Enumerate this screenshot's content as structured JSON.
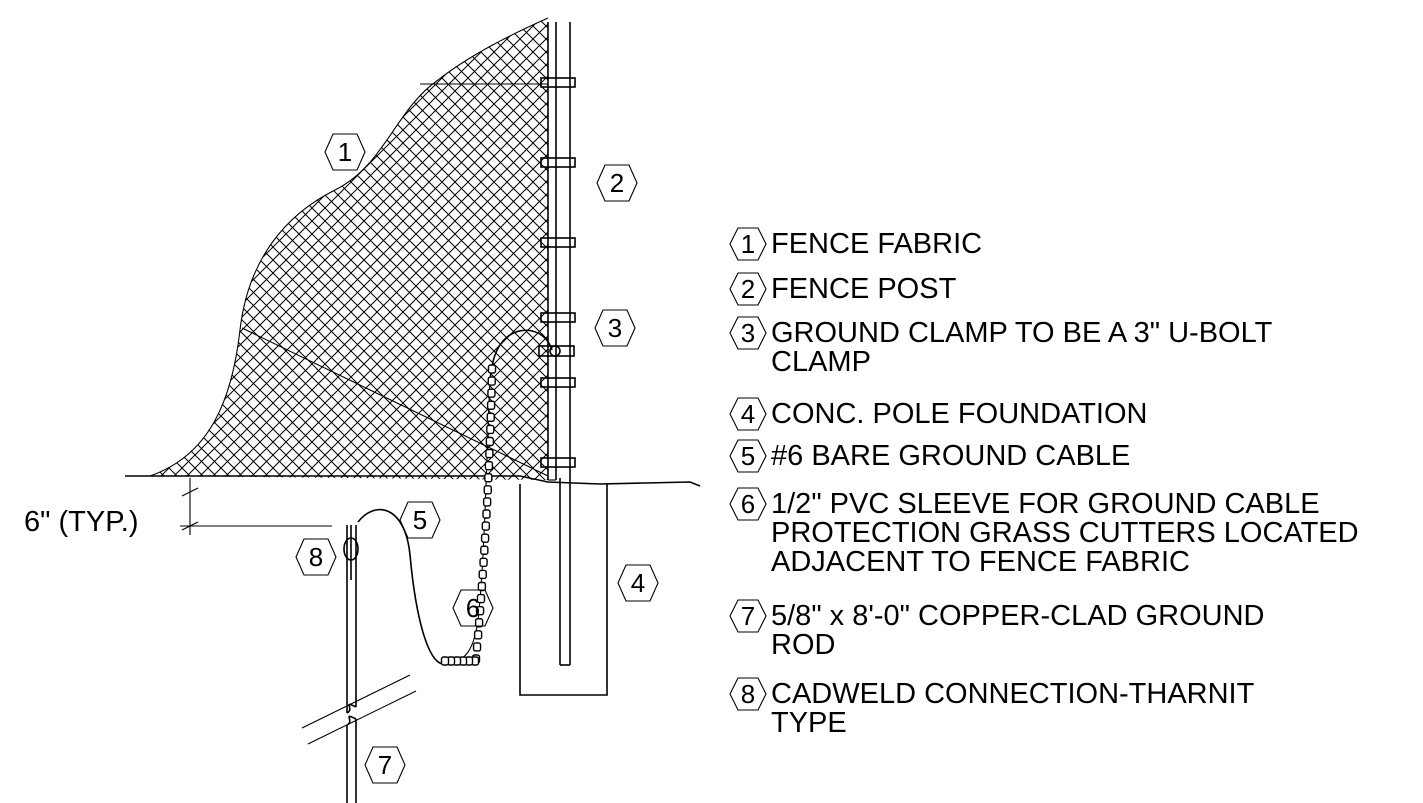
{
  "drawing": {
    "dimension_label": "6\" (TYP.)",
    "callouts": [
      {
        "num": "1"
      },
      {
        "num": "2"
      },
      {
        "num": "3"
      },
      {
        "num": "4"
      },
      {
        "num": "5"
      },
      {
        "num": "6"
      },
      {
        "num": "7"
      },
      {
        "num": "8"
      }
    ]
  },
  "legend": [
    {
      "num": "1",
      "lines": [
        "FENCE FABRIC"
      ]
    },
    {
      "num": "2",
      "lines": [
        "FENCE POST"
      ]
    },
    {
      "num": "3",
      "lines": [
        "GROUND CLAMP TO BE A 3\" U-BOLT",
        "CLAMP"
      ]
    },
    {
      "num": "4",
      "lines": [
        "CONC. POLE FOUNDATION"
      ]
    },
    {
      "num": "5",
      "lines": [
        "#6 BARE GROUND CABLE"
      ]
    },
    {
      "num": "6",
      "lines": [
        "1/2\" PVC SLEEVE FOR GROUND CABLE",
        "PROTECTION GRASS CUTTERS LOCATED",
        "ADJACENT TO FENCE FABRIC"
      ]
    },
    {
      "num": "7",
      "lines": [
        "5/8\" x 8'-0\" COPPER-CLAD GROUND",
        "ROD"
      ]
    },
    {
      "num": "8",
      "lines": [
        "CADWELD CONNECTION-THARNIT",
        "TYPE"
      ]
    }
  ]
}
